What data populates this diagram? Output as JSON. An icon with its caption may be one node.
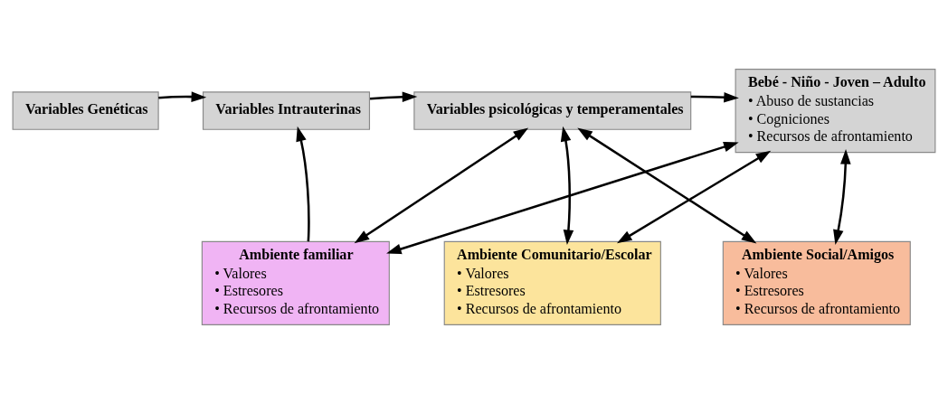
{
  "diagram": {
    "nodes": [
      {
        "text": [
          "Variables Genéticas"
        ]
      },
      {
        "text": [
          "Variables Intrauterinas"
        ]
      },
      {
        "text": [
          "Variables psicológicas y temperamentales"
        ]
      },
      {
        "text": [
          "Bebé - Niño - Joven – Adulto",
          "• Abuso de sustancias",
          "• Cogniciones",
          "• Recursos de afrontamiento"
        ]
      },
      {
        "text": [
          "Ambiente familiar",
          "• Valores",
          "• Estresores",
          "• Recursos de afrontamiento"
        ]
      },
      {
        "text": [
          "Ambiente Comunitario/Escolar",
          "• Valores",
          "• Estresores",
          "• Recursos de afrontamiento"
        ]
      },
      {
        "text": [
          "Ambiente Social/Amigos",
          "• Valores",
          "• Estresores",
          "• Recursos de afrontamiento"
        ]
      }
    ],
    "edges": [
      {
        "from": 0,
        "to": 1,
        "arrow": "to"
      },
      {
        "from": 1,
        "to": 2,
        "arrow": "to"
      },
      {
        "from": 2,
        "to": 3,
        "arrow": "to"
      },
      {
        "from": 4,
        "to": 1,
        "arrow": "to"
      },
      {
        "from": 4,
        "to": 2,
        "arrow": "both"
      },
      {
        "from": 4,
        "to": 3,
        "arrow": "both"
      },
      {
        "from": 5,
        "to": 2,
        "arrow": "both"
      },
      {
        "from": 5,
        "to": 3,
        "arrow": "both"
      },
      {
        "from": 6,
        "to": 2,
        "arrow": "both"
      },
      {
        "from": 6,
        "to": 3,
        "arrow": "both"
      }
    ]
  }
}
